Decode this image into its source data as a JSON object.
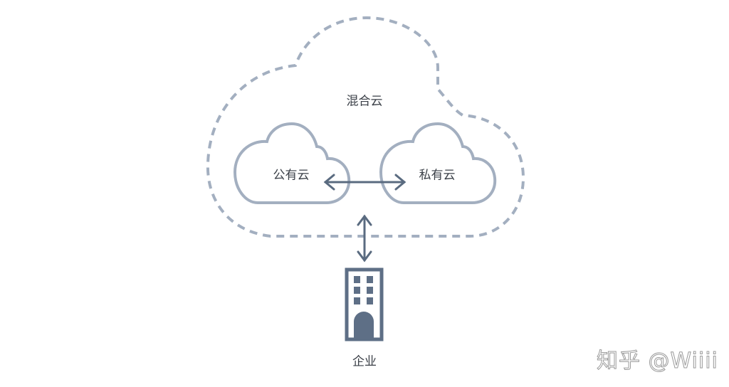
{
  "labels": {
    "hybrid_cloud": "混合云",
    "public_cloud": "公有云",
    "private_cloud": "私有云",
    "enterprise": "企业"
  },
  "watermark": "知乎 @Wiiii",
  "colors": {
    "dashed_outline": "#a3afc0",
    "cloud_outline": "#a3afc0",
    "arrow": "#5a6b80",
    "building": "#5e6f86"
  }
}
